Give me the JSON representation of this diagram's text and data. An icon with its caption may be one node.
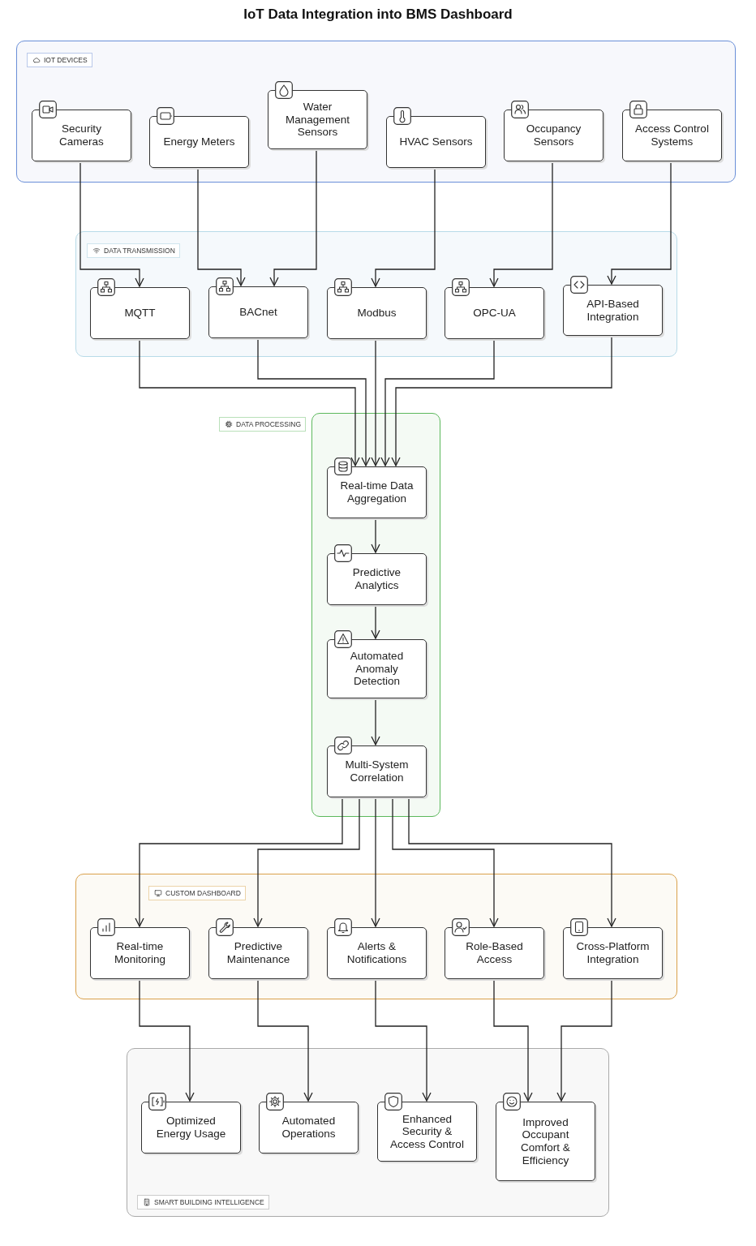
{
  "diagram": {
    "title": "IoT Data Integration into BMS Dashboard",
    "nodes": [
      {
        "text": [
          "IOT DEVICES"
        ]
      },
      {
        "text": [
          "Security Cameras"
        ],
        "in": 0
      },
      {
        "text": [
          "Energy Meters"
        ],
        "in": 0
      },
      {
        "text": [
          "Water Management Sensors"
        ],
        "in": 0
      },
      {
        "text": [
          "HVAC Sensors"
        ],
        "in": 0
      },
      {
        "text": [
          "Occupancy Sensors"
        ],
        "in": 0
      },
      {
        "text": [
          "Access Control Systems"
        ],
        "in": 0
      },
      {
        "text": [
          "DATA TRANSMISSION"
        ]
      },
      {
        "text": [
          "MQTT"
        ],
        "in": 7
      },
      {
        "text": [
          "BACnet"
        ],
        "in": 7
      },
      {
        "text": [
          "Modbus"
        ],
        "in": 7
      },
      {
        "text": [
          "OPC-UA"
        ],
        "in": 7
      },
      {
        "text": [
          "API-Based Integration"
        ],
        "in": 7
      },
      {
        "text": [
          "DATA PROCESSING"
        ]
      },
      {
        "text": [
          "Real-time Data Aggregation"
        ],
        "in": 13
      },
      {
        "text": [
          "Predictive Analytics"
        ],
        "in": 13
      },
      {
        "text": [
          "Automated Anomaly Detection"
        ],
        "in": 13
      },
      {
        "text": [
          "Multi-System Correlation"
        ],
        "in": 13
      },
      {
        "text": [
          "CUSTOM DASHBOARD"
        ]
      },
      {
        "text": [
          "Real-time Monitoring"
        ],
        "in": 18
      },
      {
        "text": [
          "Predictive Maintenance"
        ],
        "in": 18
      },
      {
        "text": [
          "Alerts & Notifications"
        ],
        "in": 18
      },
      {
        "text": [
          "Role-Based Access"
        ],
        "in": 18
      },
      {
        "text": [
          "Cross-Platform Integration"
        ],
        "in": 18
      },
      {
        "text": [
          "SMART BUILDING INTELLIGENCE"
        ]
      },
      {
        "text": [
          "Optimized Energy Usage"
        ],
        "in": 24
      },
      {
        "text": [
          "Automated Operations"
        ],
        "in": 24
      },
      {
        "text": [
          "Enhanced Security & Access Control"
        ],
        "in": 24
      },
      {
        "text": [
          "Improved Occupant Comfort & Efficiency"
        ],
        "in": 24
      }
    ],
    "edges": [
      {
        "from": 1,
        "to": 8,
        "arrow": "to"
      },
      {
        "from": 2,
        "to": 9,
        "arrow": "to"
      },
      {
        "from": 3,
        "to": 9,
        "arrow": "to"
      },
      {
        "from": 4,
        "to": 10,
        "arrow": "to"
      },
      {
        "from": 5,
        "to": 11,
        "arrow": "to"
      },
      {
        "from": 6,
        "to": 12,
        "arrow": "to"
      },
      {
        "from": 8,
        "to": 14,
        "arrow": "to"
      },
      {
        "from": 9,
        "to": 14,
        "arrow": "to"
      },
      {
        "from": 10,
        "to": 14,
        "arrow": "to"
      },
      {
        "from": 11,
        "to": 14,
        "arrow": "to"
      },
      {
        "from": 12,
        "to": 14,
        "arrow": "to"
      },
      {
        "from": 14,
        "to": 15,
        "arrow": "to"
      },
      {
        "from": 15,
        "to": 16,
        "arrow": "to"
      },
      {
        "from": 16,
        "to": 17,
        "arrow": "to"
      },
      {
        "from": 17,
        "to": 19,
        "arrow": "to"
      },
      {
        "from": 17,
        "to": 20,
        "arrow": "to"
      },
      {
        "from": 17,
        "to": 21,
        "arrow": "to"
      },
      {
        "from": 17,
        "to": 22,
        "arrow": "to"
      },
      {
        "from": 17,
        "to": 23,
        "arrow": "to"
      },
      {
        "from": 19,
        "to": 25,
        "arrow": "to"
      },
      {
        "from": 20,
        "to": 26,
        "arrow": "to"
      },
      {
        "from": 21,
        "to": 27,
        "arrow": "to"
      },
      {
        "from": 22,
        "to": 28,
        "arrow": "to"
      },
      {
        "from": 23,
        "to": 28,
        "arrow": "to"
      }
    ]
  }
}
